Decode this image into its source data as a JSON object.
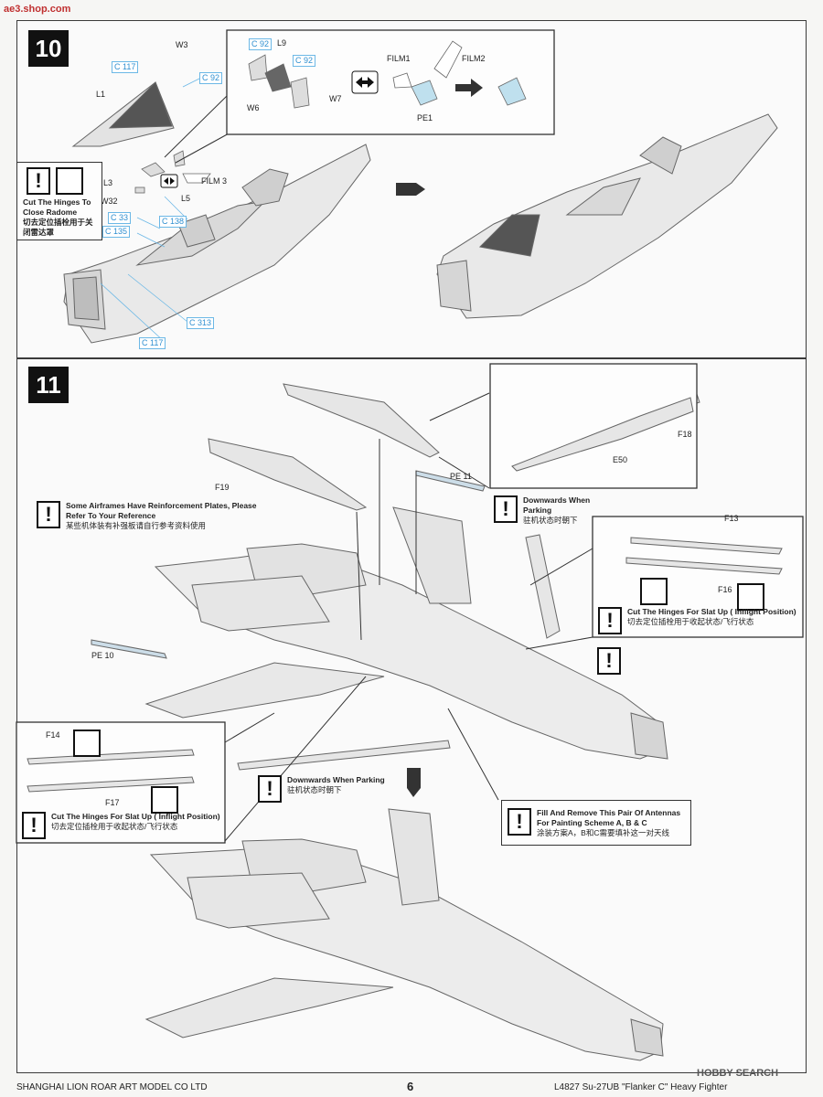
{
  "watermark_top": "ae3.shop.com",
  "step10": {
    "number": "10",
    "labels": {
      "w3": "W3",
      "c92_a": "C 92",
      "c117_a": "C 117",
      "l1": "L1",
      "c92_b": "C 92",
      "l9": "L9",
      "c92_c": "C 92",
      "w6": "W6",
      "w7": "W7",
      "film1": "FILM1",
      "film2": "FILM2",
      "pe1": "PE1",
      "l3": "L3",
      "film3": "FILM 3",
      "w32": "W32",
      "l5": "L5",
      "c33": "C 33",
      "c135": "C 135",
      "c138": "C 138",
      "c313": "C 313",
      "c117_b": "C 117"
    },
    "note": {
      "en": "Cut The Hinges To Close Radome",
      "zh": "切去定位插栓用于关闭雷达罩"
    }
  },
  "step11": {
    "number": "11",
    "labels": {
      "f18": "F18",
      "e50": "E50",
      "pe11": "PE 11",
      "f19": "F19",
      "f13": "F13",
      "f16": "F16",
      "pe10": "PE 10",
      "f14": "F14",
      "f17": "F17"
    },
    "note_reinforce": {
      "en": "Some Airframes Have Reinforcement Plates, Please Refer To Your Reference",
      "zh": "某些机体装有补强板请自行参考资料使用"
    },
    "note_down_a": {
      "en": "Downwards When Parking",
      "zh": "驻机状态时朝下"
    },
    "note_slat_right": {
      "en": "Cut The Hinges For Slat Up ( Inflight Position)",
      "zh": "切去定位插栓用于收起状态/飞行状态"
    },
    "note_slat_left": {
      "en": "Cut The Hinges For Slat Up ( Inflight Position)",
      "zh": "切去定位插栓用于收起状态/飞行状态"
    },
    "note_down_b": {
      "en": "Downwards When Parking",
      "zh": "驻机状态时朝下"
    },
    "note_antenna": {
      "en": "Fill And Remove This Pair Of Antennas For Painting Scheme A, B & C",
      "zh": "涂装方案A，B和C需要填补这一对天线"
    }
  },
  "footer": {
    "company": "SHANGHAI LION ROAR ART MODEL CO LTD",
    "page": "6",
    "product": "L4827  Su-27UB  \"Flanker C\"  Heavy  Fighter",
    "watermark": "HOBBY SEARCH"
  }
}
